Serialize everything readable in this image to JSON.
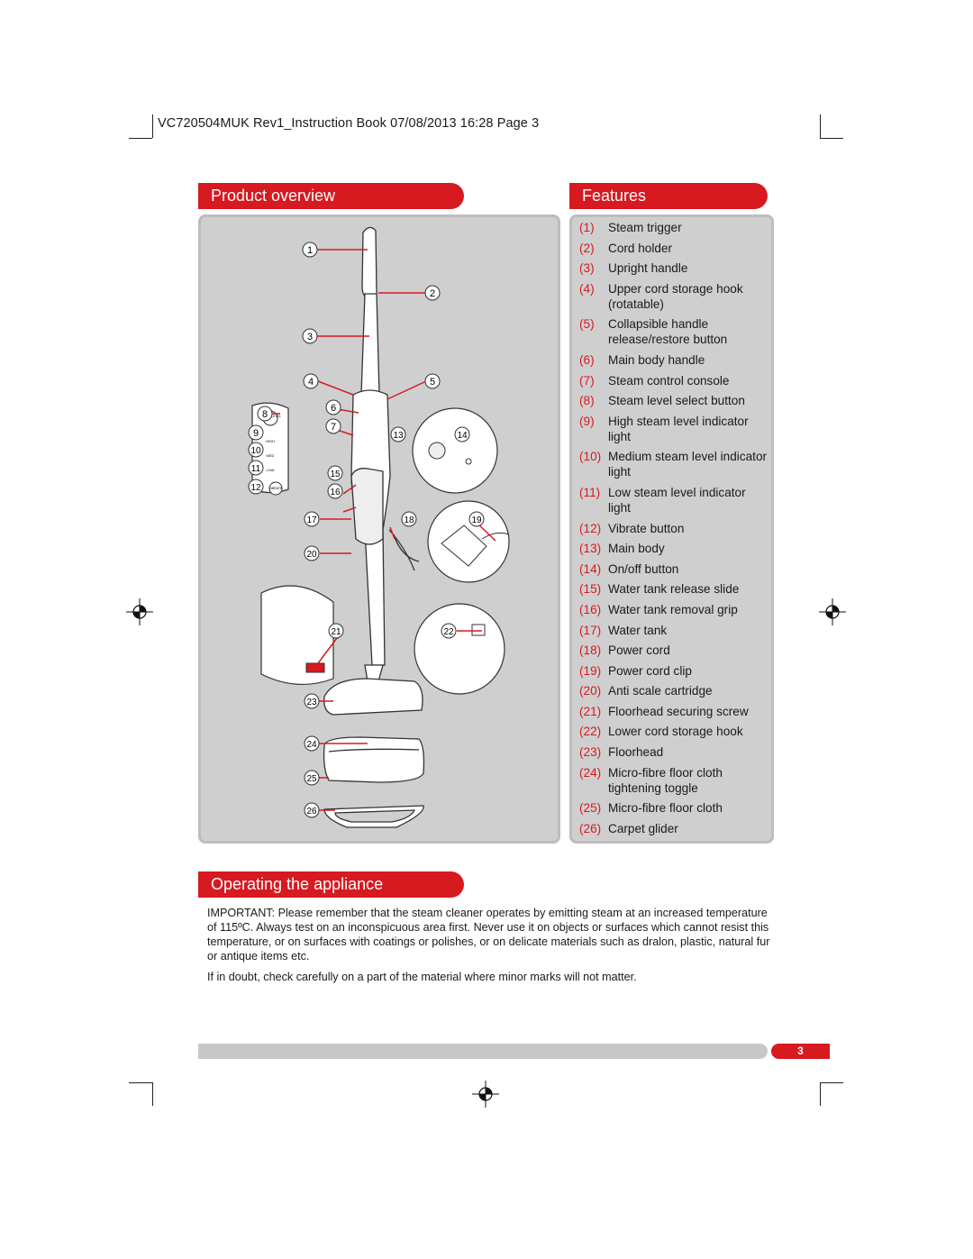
{
  "header": {
    "doc_info": "VC720504MUK Rev1_Instruction Book 07/08/2013 16:28 Page 3"
  },
  "sections": {
    "product_overview": "Product overview",
    "features": "Features",
    "operating": "Operating the appliance"
  },
  "features": [
    {
      "num": "(1)",
      "text": "Steam trigger"
    },
    {
      "num": "(2)",
      "text": "Cord holder"
    },
    {
      "num": "(3)",
      "text": "Upright handle"
    },
    {
      "num": "(4)",
      "text": "Upper cord storage hook (rotatable)"
    },
    {
      "num": "(5)",
      "text": "Collapsible handle release/restore button"
    },
    {
      "num": "(6)",
      "text": "Main body handle"
    },
    {
      "num": "(7)",
      "text": "Steam control console"
    },
    {
      "num": "(8)",
      "text": "Steam level select button"
    },
    {
      "num": "(9)",
      "text": "High steam level indicator light"
    },
    {
      "num": "(10)",
      "text": "Medium steam level indicator light"
    },
    {
      "num": "(11)",
      "text": "Low steam level indicator light"
    },
    {
      "num": "(12)",
      "text": "Vibrate button"
    },
    {
      "num": "(13)",
      "text": "Main body"
    },
    {
      "num": "(14)",
      "text": "On/off button"
    },
    {
      "num": "(15)",
      "text": "Water tank release slide"
    },
    {
      "num": "(16)",
      "text": "Water tank removal grip"
    },
    {
      "num": "(17)",
      "text": "Water tank"
    },
    {
      "num": "(18)",
      "text": "Power cord"
    },
    {
      "num": "(19)",
      "text": "Power cord clip"
    },
    {
      "num": "(20)",
      "text": "Anti scale cartridge"
    },
    {
      "num": "(21)",
      "text": "Floorhead securing screw"
    },
    {
      "num": "(22)",
      "text": "Lower cord storage hook"
    },
    {
      "num": "(23)",
      "text": "Floorhead"
    },
    {
      "num": "(24)",
      "text": "Micro-fibre floor cloth tightening toggle"
    },
    {
      "num": "(25)",
      "text": "Micro-fibre floor cloth"
    },
    {
      "num": "(26)",
      "text": "Carpet glider"
    }
  ],
  "diagram_callouts": [
    "1",
    "2",
    "3",
    "4",
    "5",
    "6",
    "7",
    "8",
    "9",
    "10",
    "11",
    "12",
    "13",
    "14",
    "15",
    "16",
    "17",
    "18",
    "19",
    "20",
    "21",
    "22",
    "23",
    "24",
    "25",
    "26"
  ],
  "diagram_console_labels": {
    "steam_level": "STEAM LEVEL",
    "high": "HIGH",
    "med": "MED",
    "low": "LOW",
    "vibrate": "VIBRATE"
  },
  "operating": {
    "important": "IMPORTANT: Please remember that the steam cleaner operates by emitting steam at an increased temperature of 115ºC. Always test on an inconspicuous area first. Never use it on objects or surfaces which cannot resist this temperature, or on surfaces with coatings or polishes, or on delicate materials such as dralon, plastic, natural fur or antique items etc.",
    "doubt": "If in doubt, check carefully on a part of the material where minor marks will not matter."
  },
  "footer": {
    "page_number": "3"
  },
  "colors": {
    "accent": "#d71920",
    "panel": "#cfcfcf",
    "footer_bar": "#c8c8c8"
  }
}
